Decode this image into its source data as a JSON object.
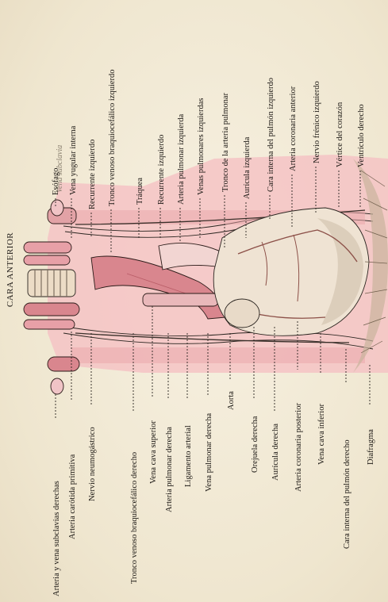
{
  "title": "CARA ANTERIOR",
  "handwriting": "Vena subclavia",
  "colors": {
    "pink": "#f2b6ba",
    "artery": "#d9868e",
    "vessel_dark": "#b85c66",
    "paper": "#f4eedd",
    "ink": "#1e1a16"
  },
  "labels_top": [
    "Esófago",
    "Vena yugular interna",
    "Recurrente izquierdo",
    "Tronco venoso braquiocefálico izquierdo",
    "Tráquea",
    "Recurrente izquierdo",
    "Arteria pulmonar izquierda",
    "Venas pulmonares izquierdas",
    "Tronco de la arteria pulmonar",
    "Aurícula izquierda",
    "Cara interna del pulmón izquierdo",
    "Arteria coronaria anterior",
    "Nervio frénico izquierdo",
    "Vértice del corazón",
    "Ventrículo derecho"
  ],
  "labels_bottom": [
    "Arteria y vena subclavias derechas",
    "Arteria carótida primitiva",
    "Nervio neumogástrico",
    "Tronco venoso braquiocefálico derecho",
    "Vena cava superior",
    "Arteria pulmonar derecha",
    "Ligamento arterial",
    "Vena pulmonar derecha",
    "Aorta",
    "Orejuela derecha",
    "Aurícula derecha",
    "Arteria coronaria posterior",
    "Vena cava inferior",
    "Cara interna del pulmón derecho",
    "Diafragma"
  ]
}
